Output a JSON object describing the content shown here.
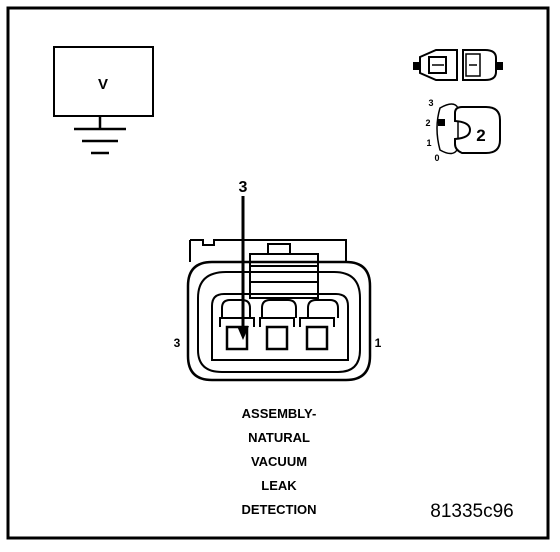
{
  "meter": {
    "label": "V"
  },
  "probe_tip": {
    "number": "2",
    "scale": [
      "3",
      "2",
      "1",
      "0"
    ]
  },
  "connector": {
    "pin_callout": "3",
    "left_cavity_label": "3",
    "right_cavity_label": "1"
  },
  "caption": {
    "lines": [
      "ASSEMBLY-",
      "NATURAL",
      "VACUUM",
      "LEAK",
      "DETECTION"
    ]
  },
  "figure_id": "81335c96"
}
